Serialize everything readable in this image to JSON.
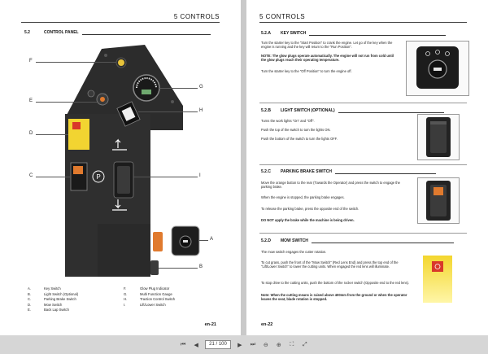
{
  "left": {
    "chapter": "5  CONTROLS",
    "section_num": "5.2",
    "section_title": "CONTROL PANEL",
    "callouts": {
      "A": "A",
      "B": "B",
      "C": "C",
      "D": "D",
      "E": "E",
      "F": "F",
      "G": "G",
      "H": "H",
      "I": "I"
    },
    "legend": [
      {
        "k": "A.",
        "v": "Key Switch"
      },
      {
        "k": "B.",
        "v": "Light Switch (Optional)"
      },
      {
        "k": "C.",
        "v": "Parking Brake Switch"
      },
      {
        "k": "D.",
        "v": "Mow Switch"
      },
      {
        "k": "E.",
        "v": "Back Lap Switch"
      },
      {
        "k": "F.",
        "v": "Glow Plug Indicator"
      },
      {
        "k": "G.",
        "v": "Multi Function Gauge"
      },
      {
        "k": "H.",
        "v": "Traction Control Switch"
      },
      {
        "k": "I.",
        "v": "Lift/Lower Switch"
      }
    ],
    "page_num": "en-21"
  },
  "right": {
    "chapter": "5  CONTROLS",
    "sections": [
      {
        "num": "5.2.A",
        "title": "KEY SWITCH",
        "paras": [
          {
            "text": "Turn the starter key to the \"Start Position\" to crank the engine. Let go of the key when the engine is running and the key will return to the \"Run Position\".",
            "bold": false
          },
          {
            "text": "NOTE: The glow plugs operate automatically. The engine will not run from cold until the glow plugs reach their operating temperature.",
            "bold": true
          },
          {
            "text": "Turn the starter key to the \"Off Position\" to turn the engine off.",
            "bold": false
          }
        ]
      },
      {
        "num": "5.2.B",
        "title": "LIGHT SWITCH (OPTIONAL)",
        "paras": [
          {
            "text": "Turns the work lights \"On\" and \"Off\".",
            "bold": false
          },
          {
            "text": "Push the top of the switch to turn the lights ON.",
            "bold": false
          },
          {
            "text": "Push the bottom of the switch to turn the lights OFF.",
            "bold": false
          }
        ]
      },
      {
        "num": "5.2.C",
        "title": "PARKING BRAKE SWITCH",
        "paras": [
          {
            "text": "Move the orange button to the rear (Towards the Operator) and press the switch to engage the parking brake.",
            "bold": false
          },
          {
            "text": "When the engine is stopped, the parking brake engages.",
            "bold": false
          },
          {
            "text": "To release the parking brake, press the opposite end of the switch.",
            "bold": false
          },
          {
            "text": "DO NOT apply the brake while the machine is being driven.",
            "bold": true
          }
        ]
      },
      {
        "num": "5.2.D",
        "title": "MOW SWITCH",
        "paras": [
          {
            "text": "The mow switch engages the cutter rotation.",
            "bold": false
          },
          {
            "text": "To cut grass, push the front of the \"Mow Switch\" (Red Lens End) and press the top end of the \"Lift/Lower Switch\" to lower the cutting units. When engaged the red lens will illuminate.",
            "bold": false
          },
          {
            "text": "To stop drive to the cutting units, push the bottom of the rocker switch (Opposite end to the red lens).",
            "bold": false
          },
          {
            "text": "Note: When the cutting means is raised above 400mm from the ground or when the operator leaves the seat, blade rotation is stopped.",
            "bold": true
          }
        ]
      }
    ],
    "page_num": "en-22"
  },
  "toolbar": {
    "page_display": "21 / 100"
  }
}
